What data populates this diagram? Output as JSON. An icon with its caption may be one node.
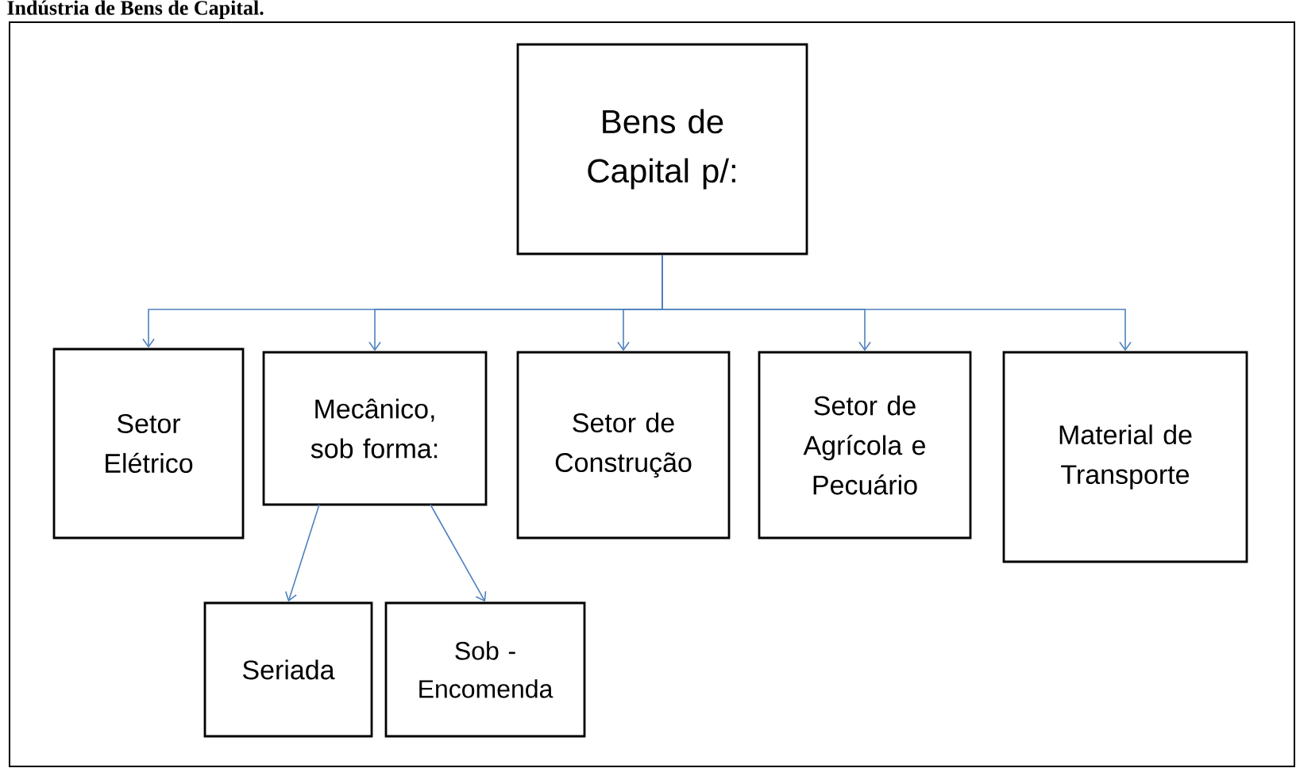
{
  "diagram": {
    "title": "Indústria de Bens de Capital.",
    "nodes": [
      {
        "text": [
          "Bens de Capital p/:"
        ]
      },
      {
        "text": [
          "Setor Elétrico"
        ]
      },
      {
        "text": [
          "Mecânico, sob forma:"
        ]
      },
      {
        "text": [
          "Setor de Construção"
        ]
      },
      {
        "text": [
          "Setor de Agrícola e Pecuário"
        ]
      },
      {
        "text": [
          "Material de Transporte"
        ]
      },
      {
        "text": [
          "Seriada"
        ]
      },
      {
        "text": [
          "Sob - Encomenda"
        ]
      }
    ],
    "edges": [
      {
        "from": 0,
        "to": 1,
        "arrow": "to"
      },
      {
        "from": 0,
        "to": 2,
        "arrow": "to"
      },
      {
        "from": 0,
        "to": 3,
        "arrow": "to"
      },
      {
        "from": 0,
        "to": 4,
        "arrow": "to"
      },
      {
        "from": 0,
        "to": 5,
        "arrow": "to"
      },
      {
        "from": 2,
        "to": 6,
        "arrow": "to"
      },
      {
        "from": 2,
        "to": 7,
        "arrow": "to"
      }
    ]
  }
}
